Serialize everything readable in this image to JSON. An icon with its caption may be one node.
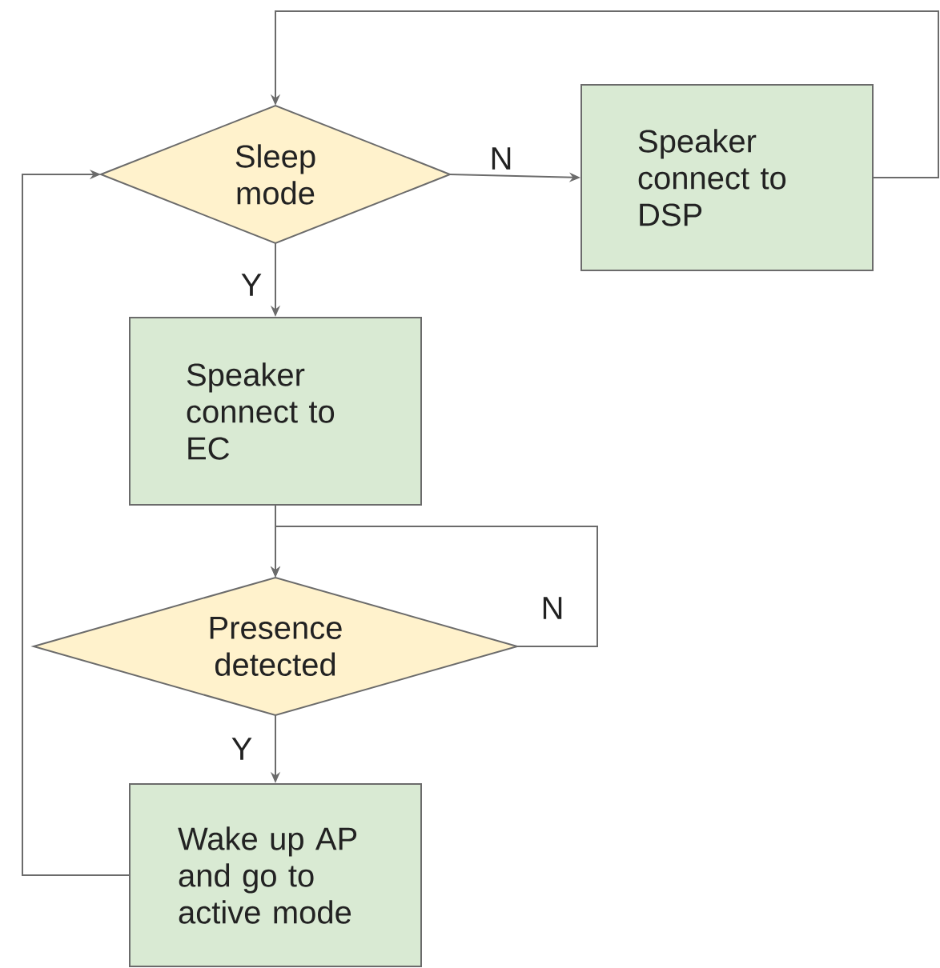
{
  "diagram": {
    "nodes": [
      {
        "text": [
          "Sleep mode"
        ]
      },
      {
        "text": [
          "Speaker connect to DSP"
        ]
      },
      {
        "text": [
          "Speaker connect to EC"
        ]
      },
      {
        "text": [
          "Presence detected"
        ]
      },
      {
        "text": [
          "Wake up AP and go to active mode"
        ]
      }
    ],
    "edges": [
      {
        "from": 0,
        "to": 1,
        "arrow": "to",
        "label": "N"
      },
      {
        "from": 1,
        "to": 0,
        "arrow": "to"
      },
      {
        "from": 0,
        "to": 2,
        "arrow": "to",
        "label": "Y"
      },
      {
        "from": 2,
        "to": 3,
        "arrow": "to"
      },
      {
        "from": 3,
        "to": 3,
        "arrow": "to",
        "label": "N"
      },
      {
        "from": 3,
        "to": 4,
        "arrow": "to",
        "label": "Y"
      },
      {
        "from": 4,
        "to": 0,
        "arrow": "to"
      }
    ]
  }
}
